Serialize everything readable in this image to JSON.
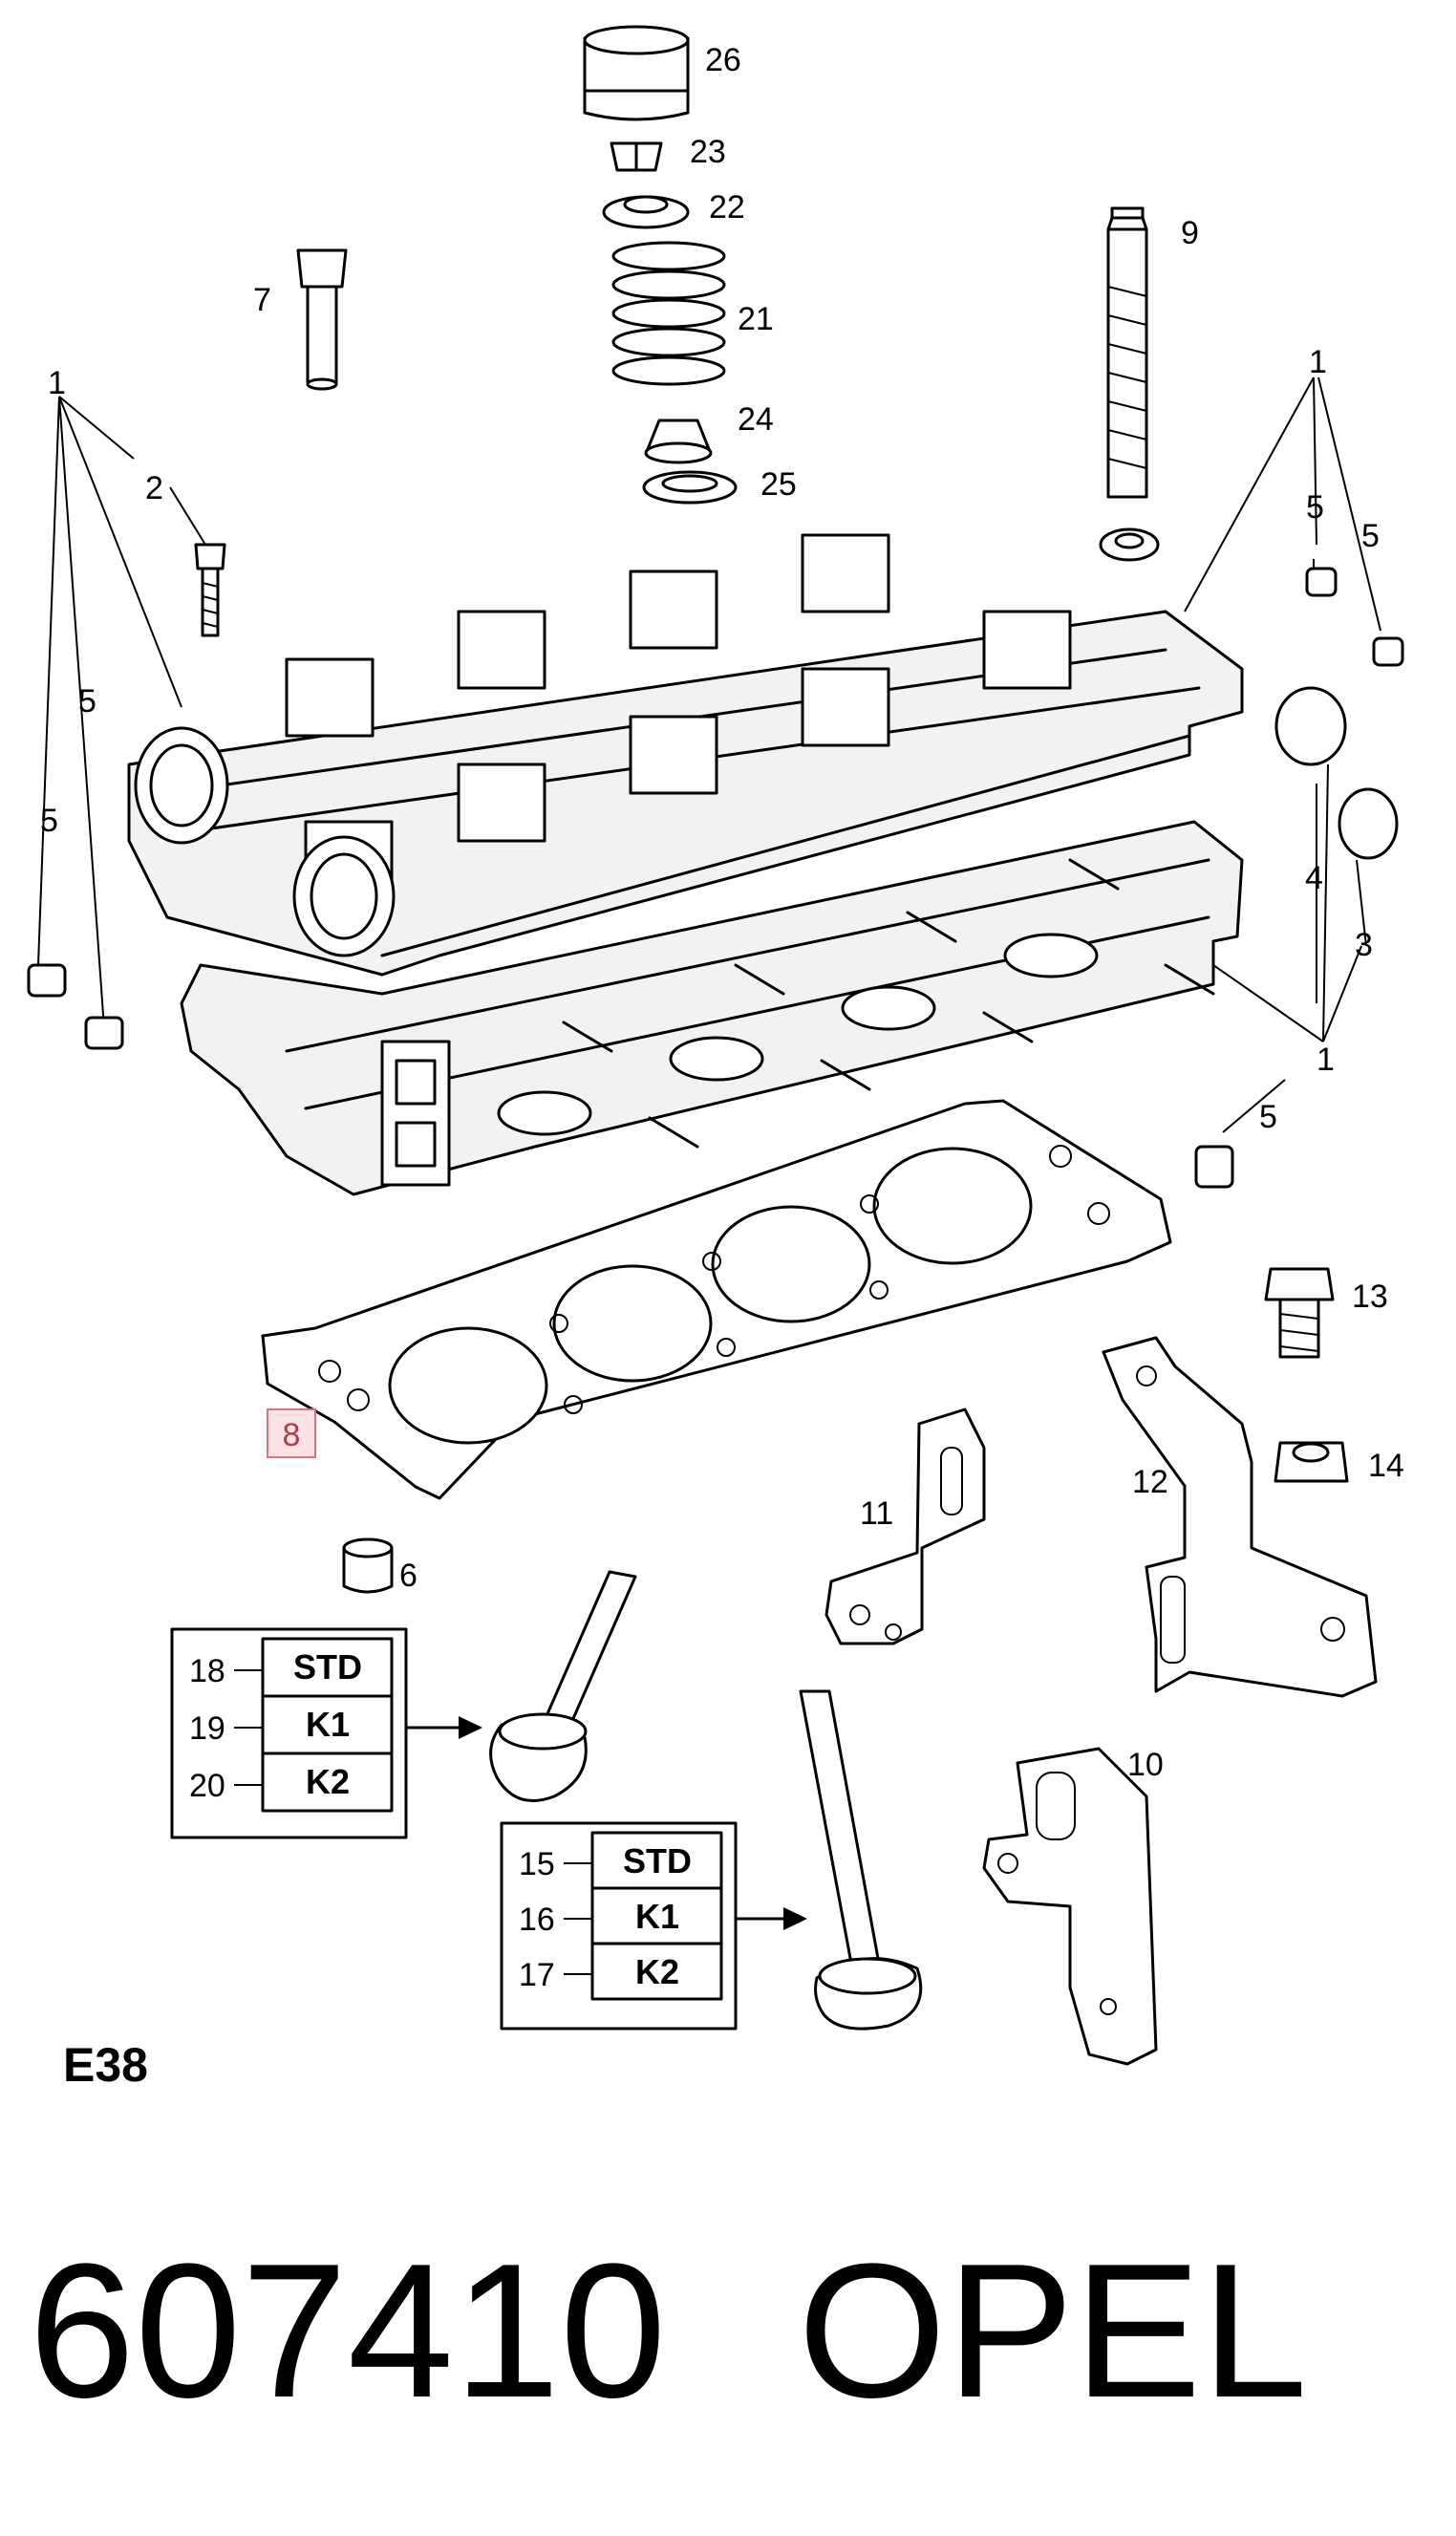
{
  "callouts": [
    {
      "id": "26",
      "label": "26"
    },
    {
      "id": "23",
      "label": "23"
    },
    {
      "id": "22",
      "label": "22"
    },
    {
      "id": "21",
      "label": "21"
    },
    {
      "id": "24",
      "label": "24"
    },
    {
      "id": "25",
      "label": "25"
    },
    {
      "id": "9",
      "label": "9"
    },
    {
      "id": "7",
      "label": "7"
    },
    {
      "id": "2",
      "label": "2"
    },
    {
      "id": "1a",
      "label": "1"
    },
    {
      "id": "1b",
      "label": "1"
    },
    {
      "id": "1c",
      "label": "1"
    },
    {
      "id": "5a",
      "label": "5"
    },
    {
      "id": "5b",
      "label": "5"
    },
    {
      "id": "5c",
      "label": "5"
    },
    {
      "id": "5d",
      "label": "5"
    },
    {
      "id": "5e",
      "label": "5"
    },
    {
      "id": "4",
      "label": "4"
    },
    {
      "id": "3",
      "label": "3"
    },
    {
      "id": "13",
      "label": "13"
    },
    {
      "id": "14",
      "label": "14"
    },
    {
      "id": "11",
      "label": "11"
    },
    {
      "id": "12",
      "label": "12"
    },
    {
      "id": "6",
      "label": "6"
    },
    {
      "id": "10",
      "label": "10"
    },
    {
      "id": "18",
      "label": "18"
    },
    {
      "id": "19",
      "label": "19"
    },
    {
      "id": "20",
      "label": "20"
    },
    {
      "id": "15",
      "label": "15"
    },
    {
      "id": "16",
      "label": "16"
    },
    {
      "id": "17",
      "label": "17"
    }
  ],
  "highlighted_part": "8",
  "intake_valve_table": [
    "STD",
    "K1",
    "K2"
  ],
  "exhaust_valve_table": [
    "STD",
    "K1",
    "K2"
  ],
  "diagram_code": "E38",
  "part_number": "607410",
  "brand": "OPEL"
}
